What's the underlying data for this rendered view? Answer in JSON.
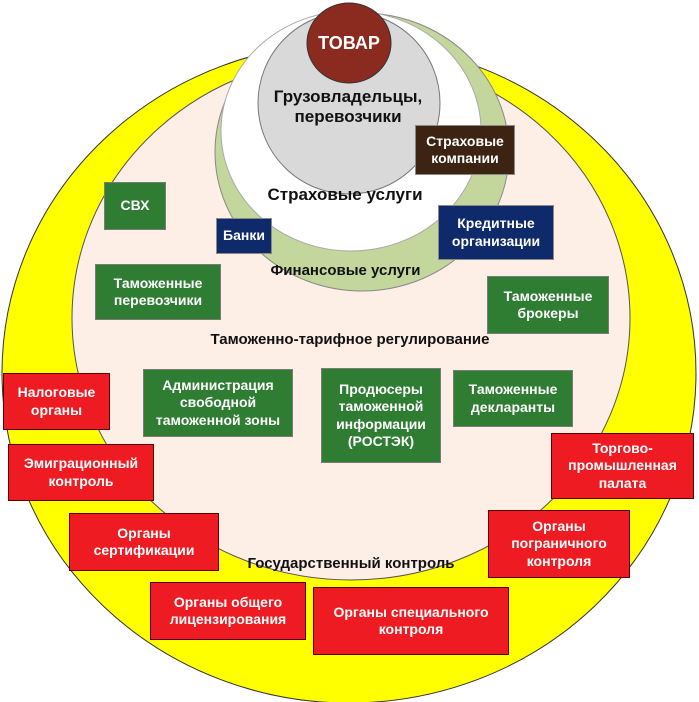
{
  "core": "ТОВАР",
  "rings": {
    "cargo": "Грузовладельцы,\nперевозчики",
    "insurance": "Страховые услуги",
    "financial": "Финансовые услуги",
    "customs_regulation": "Таможенно-тарифное регулирование",
    "state_control": "Государственный контроль"
  },
  "boxes": {
    "insurance_companies": "Страховые\nкомпании",
    "banks": "Банки",
    "credit_orgs": "Кредитные\nорганизации",
    "svh": "СВХ",
    "customs_carriers": "Таможенные\nперевозчики",
    "customs_brokers": "Таможенные\nброкеры",
    "free_zone_admin": "Администрация\nсвободной\nтаможенной зоны",
    "info_producers": "Продюсеры\nтаможенной\nинформации\n(РОСТЭК)",
    "customs_declarants": "Таможенные\nдекларанты",
    "tax_bodies": "Налоговые\nорганы",
    "emigration_control": "Эмиграционный\nконтроль",
    "certification_bodies": "Органы\nсертификации",
    "general_licensing": "Органы общего\nлицензирования",
    "special_control": "Органы специального\nконтроля",
    "border_control": "Органы\nпограничного\nконтроля",
    "chamber_of_commerce": "Торгово-\nпромышленная\nпалата"
  },
  "colors": {
    "outer_ring": "#ffff00",
    "customs_ring": "#fdeee6",
    "financial_ring": "#c3d69b",
    "insurance_ring": "#ffffff",
    "cargo_ring": "#d9d9d9",
    "core": "#8b2a1f",
    "green_box": "#2e7d32",
    "blue_box": "#0f2a6b",
    "brown_box": "#3d2412",
    "red_box": "#ee1b22"
  }
}
